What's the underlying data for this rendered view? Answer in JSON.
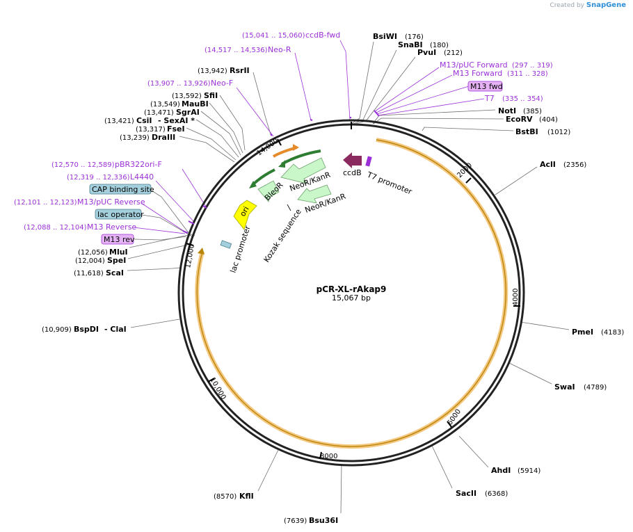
{
  "credit": {
    "prefix": "Created by",
    "brand": "SnapGene"
  },
  "plasmid": {
    "name": "pCR-XL-rAkap9",
    "length_label": "15,067 bp",
    "length": 15067
  },
  "ticks": [
    "2000",
    "4000",
    "6000",
    "8000",
    "10,000",
    "12,000",
    "14,000"
  ],
  "enzymes": [
    {
      "name": "BsiWI",
      "pos": "(176)"
    },
    {
      "name": "SnaBI",
      "pos": "(180)"
    },
    {
      "name": "PvuI",
      "pos": "(212)"
    },
    {
      "name": "NotI",
      "pos": "(385)"
    },
    {
      "name": "EcoRV",
      "pos": "(404)"
    },
    {
      "name": "BstBI",
      "pos": "(1012)"
    },
    {
      "name": "AclI",
      "pos": "(2356)"
    },
    {
      "name": "PmeI",
      "pos": "(4183)"
    },
    {
      "name": "SwaI",
      "pos": "(4789)"
    },
    {
      "name": "AhdI",
      "pos": "(5914)"
    },
    {
      "name": "SacII",
      "pos": "(6368)"
    },
    {
      "name": "Bsu36I",
      "pos": "(7639)"
    },
    {
      "name": "KflI",
      "pos": "(8570)"
    },
    {
      "name": "BspDI",
      "pos": "(10,909)",
      "extra": "- ClaI"
    },
    {
      "name": "ScaI",
      "pos": "(11,618)"
    },
    {
      "name": "SpeI",
      "pos": "(12,004)"
    },
    {
      "name": "MluI",
      "pos": "(12,056)"
    },
    {
      "name": "DraIII",
      "pos": "(13,239)"
    },
    {
      "name": "FseI",
      "pos": "(13,317)"
    },
    {
      "name": "CsiI",
      "pos": "(13,421)",
      "extra": "- SexAI *"
    },
    {
      "name": "SgrAI",
      "pos": "(13,471)"
    },
    {
      "name": "MauBI",
      "pos": "(13,549)"
    },
    {
      "name": "SfiI",
      "pos": "(13,592)"
    },
    {
      "name": "RsrII",
      "pos": "(13,942)"
    }
  ],
  "primers": [
    {
      "name": "ccdB-fwd",
      "range": "(15,041 .. 15,060)"
    },
    {
      "name": "Neo-R",
      "range": "(14,517 .. 14,536)"
    },
    {
      "name": "Neo-F",
      "range": "(13,907 .. 13,926)"
    },
    {
      "name": "M13/pUC Forward",
      "range": "(297 .. 319)"
    },
    {
      "name": "M13 Forward",
      "range": "(311 .. 328)"
    },
    {
      "name": "M13 fwd",
      "range": ""
    },
    {
      "name": "T7",
      "range": "(335 .. 354)"
    },
    {
      "name": "pBR322ori-F",
      "range": "(12,570 .. 12,589)"
    },
    {
      "name": "L4440",
      "range": "(12,319 .. 12,336)"
    },
    {
      "name": "M13/pUC Reverse",
      "range": "(12,101 .. 12,123)"
    },
    {
      "name": "M13 Reverse",
      "range": "(12,088 .. 12,104)"
    },
    {
      "name": "M13 rev",
      "range": ""
    }
  ],
  "features": [
    {
      "name": "CAP binding site"
    },
    {
      "name": "lac operator"
    },
    {
      "name": "ccdB"
    },
    {
      "name": "T7 promoter"
    },
    {
      "name": "NeoR/KanR"
    },
    {
      "name": "BleoR"
    },
    {
      "name": "NeoR/KanR"
    },
    {
      "name": "Kozak sequence"
    },
    {
      "name": "ori"
    },
    {
      "name": "lac promoter"
    }
  ],
  "colors": {
    "backbone": "#222222",
    "insert": "#f5c77e",
    "insert_core": "#b8860b",
    "ccdB": "#8b2a5e",
    "resistance": "#c9f7c9",
    "ori": "#ffff00",
    "primer": "#9b30d9",
    "primer_box": "#e5b3f5",
    "feature_box": "#a4cfdc"
  }
}
